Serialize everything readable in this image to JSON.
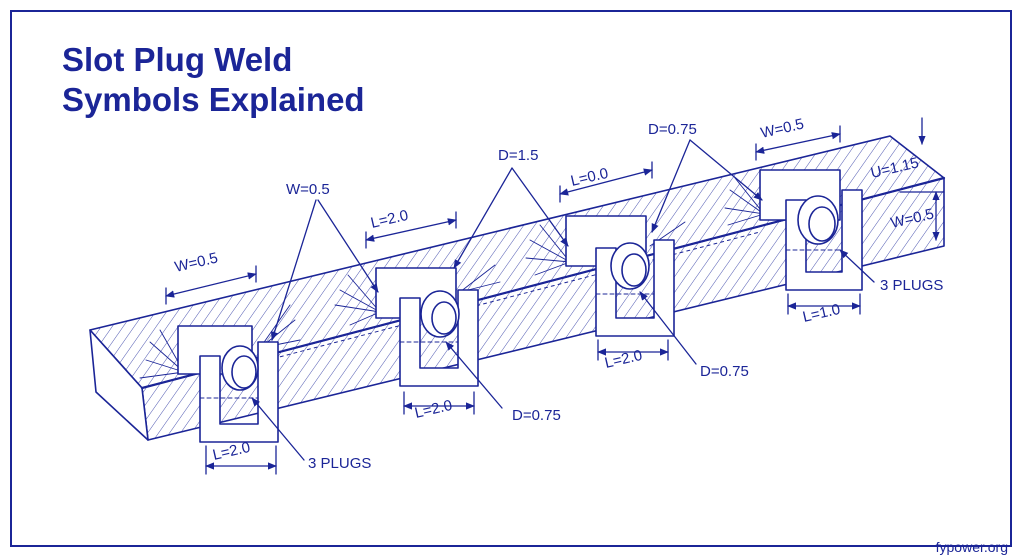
{
  "title": {
    "line1": "Slot Plug Weld",
    "line2": "Symbols Explained"
  },
  "credit": "fypower.org",
  "colors": {
    "ink": "#1b2597",
    "background": "#ffffff",
    "hatch": "#3a44a8"
  },
  "labels": {
    "w_left": "W=0.5",
    "w_mid": "W=0.5",
    "l_2_top": "L=2.0",
    "d_15": "D=1.5",
    "l_00": "L=0.0",
    "d_075_top": "D=0.75",
    "w_right": "W=0.5",
    "u_115": "U=1.15",
    "w_side": "W=0.5",
    "plugs_right": "3 PLUGS",
    "l_10": "L=1.0",
    "d_075_p3": "D=0.75",
    "l_20_p3": "L=2.0",
    "d_075_p2": "D=0.75",
    "l_20_p2": "L=2.0",
    "plugs_left": "3 PLUGS",
    "l_20_p1": "L=2.0"
  }
}
